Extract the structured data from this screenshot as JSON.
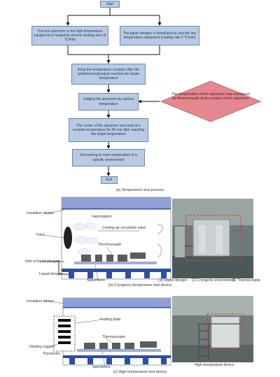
{
  "flowchart": {
    "start": "Start",
    "left_branch": "The test specimen in the high temperature equipment is heated by electric heating wire (5 °C/min)",
    "right_branch": "The liquid nitrogen is introduced to cool the low temperature equipment (cooling rate 3 °C/min)",
    "keep": "Keep the temperature constant after the ambient temperature reaches the target temperature",
    "judge": "Judging the specimen by surface temperature",
    "diamond": "The temperature of the specimen was monitored by thermocouple at the surface of the specimen",
    "center": "The center of the specimen was kept at a constant temperature for 30 min after reaching the target temperature",
    "restore": "Recovering to room temperature in a specific environment",
    "end": "End",
    "caption": "(a) Temperature test process"
  },
  "cryogenic": {
    "thermal_insulation": "Insulation device",
    "fans": "Fans",
    "vaporization": "Vaporization",
    "cooling_air": "Cooling air circulation wind",
    "thermocouple": "Thermocouple",
    "inlet": "Inlet of liquid nitrogen",
    "liquid_nitrogen": "Liquid nitrogen",
    "specimens": "Specimens",
    "photo_labels": [
      "(1) Liquid nitrogen",
      "(2) Cryogenic environment",
      "(3) Thermocouple"
    ],
    "caption": "(b) Cryogenic temperature test device"
  },
  "high": {
    "thermal_insulation": "Insulation device",
    "heating_plate": "Heating plate",
    "thermocouple": "Thermocouple",
    "heating_source": "Heating source",
    "pyrometer": "Pyrometer",
    "specimens": "Specimens",
    "photo_label": "High temperature device",
    "caption": "(c) High temperature test device"
  },
  "colors": {
    "box_fill": "#b9cbe4",
    "box_border": "#6b86b0",
    "diamond_fill": "#e5878e",
    "chamber_top": "#8f9fd3",
    "chamber_floor": "#2c4fa0"
  }
}
